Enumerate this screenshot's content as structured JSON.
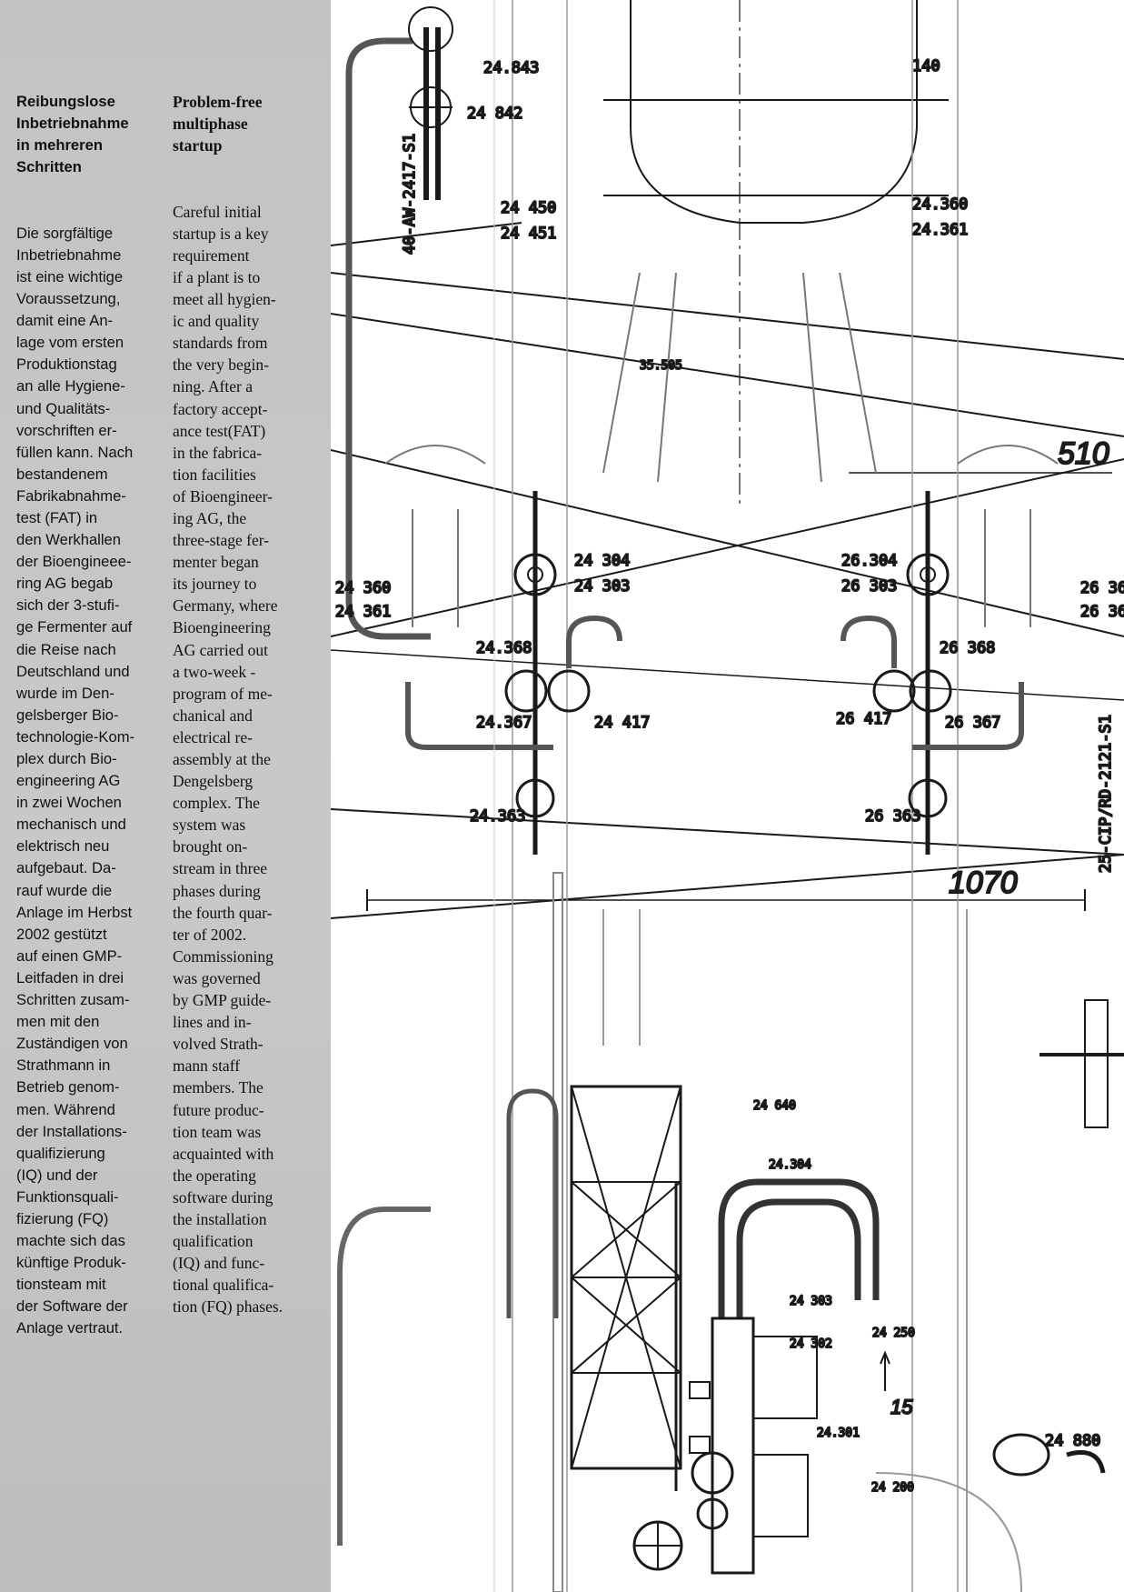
{
  "german": {
    "heading": [
      "Reibungslose",
      "Inbetriebnahme",
      "in mehreren",
      "Schritten"
    ],
    "body": [
      "Die sorgfältige",
      "Inbetriebnahme",
      "ist eine wichtige",
      "Voraussetzung,",
      "damit eine An-",
      "lage vom ersten",
      "Produktionstag",
      "an alle Hygiene-",
      "und Qualitäts-",
      "vorschriften er-",
      "füllen kann. Nach",
      "bestandenem",
      "Fabrikabnahme-",
      "test (FAT) in",
      "den Werkhallen",
      "der Bioengineee-",
      "ring AG begab",
      "sich der 3-stufi-",
      "ge Fermenter auf",
      "die Reise nach",
      "Deutschland und",
      "wurde im Den-",
      "gelsberger Bio-",
      "technologie-Kom-",
      "plex durch Bio-",
      "engineering AG",
      "in zwei Wochen",
      "mechanisch und",
      "elektrisch neu",
      "aufgebaut. Da-",
      "rauf wurde die",
      "Anlage im Herbst",
      "2002 gestützt",
      "auf einen GMP-",
      "Leitfaden in drei",
      "Schritten zusam-",
      "men mit den",
      "Zuständigen von",
      "Strathmann in",
      "Betrieb genom-",
      "men. Während",
      "der Installations-",
      "qualifizierung",
      "(IQ) und der",
      "Funktionsquali-",
      "fizierung (FQ)",
      "machte sich das",
      "künftige Produk-",
      "tionsteam mit",
      "der Software der",
      "Anlage vertraut."
    ]
  },
  "english": {
    "heading": [
      "Problem-free",
      "multiphase",
      "startup"
    ],
    "body": [
      "Careful initial",
      "startup is a key",
      "requirement",
      "if a plant is to",
      "meet all hygien-",
      "ic and quality",
      "standards from",
      "the very begin-",
      "ning. After a",
      "factory accept-",
      "ance test(FAT)",
      "in the fabrica-",
      "tion facilities",
      "of Bioengineer-",
      "ing AG, the",
      "three-stage fer-",
      "menter began",
      "its journey to",
      "Germany, where",
      "Bioengineering",
      "AG carried out",
      "a two-week -",
      "program of me-",
      "chanical and",
      "electrical re-",
      "assembly at the",
      "Dengelsberg",
      "complex. The",
      "system was",
      "brought on-",
      "stream in three",
      "phases during",
      "the fourth quar-",
      "ter of 2002.",
      "Commissioning",
      "was governed",
      "by GMP guide-",
      "lines and in-",
      "volved Strath-",
      "mann staff",
      "members. The",
      "future produc-",
      "tion team was",
      "acquainted with",
      "the operating",
      "software during",
      "the installation",
      "qualification",
      "(IQ) and func-",
      "tional qualifica-",
      "tion (FQ) phases."
    ]
  },
  "drawing": {
    "labels": {
      "l24843": "24.843",
      "l24842": "24 842",
      "l140": "140",
      "lAW": "40-AW-2417-S1",
      "l24450": "24 450",
      "l24451": "24 451",
      "l24360a": "24.360",
      "l24361a": "24.361",
      "l35505": "35.505",
      "l510": "510",
      "l24304": "24 304",
      "l24303": "24 303",
      "l26304": "26.304",
      "l26303": "26 303",
      "l24360b": "24 360",
      "l24361b": "24 361",
      "l2636": "26 36",
      "l2636b": "26 36",
      "l24368": "24.368",
      "l26368": "26 368",
      "l24367": "24.367",
      "l24417": "24 417",
      "l26417": "26 417",
      "l26367": "26 367",
      "l24363": "24.363",
      "l26363": "26 363",
      "lCIP": "25-CIP/RD-2121-S1",
      "l1070": "1070",
      "l24640": "24 640",
      "l24304b": "24.304",
      "l24303b": "24 303",
      "l24302": "24 302",
      "l24250": "24 250",
      "l15": "15",
      "l24301": "24.301",
      "l24200": "24 200",
      "l24880": "24 880"
    }
  }
}
